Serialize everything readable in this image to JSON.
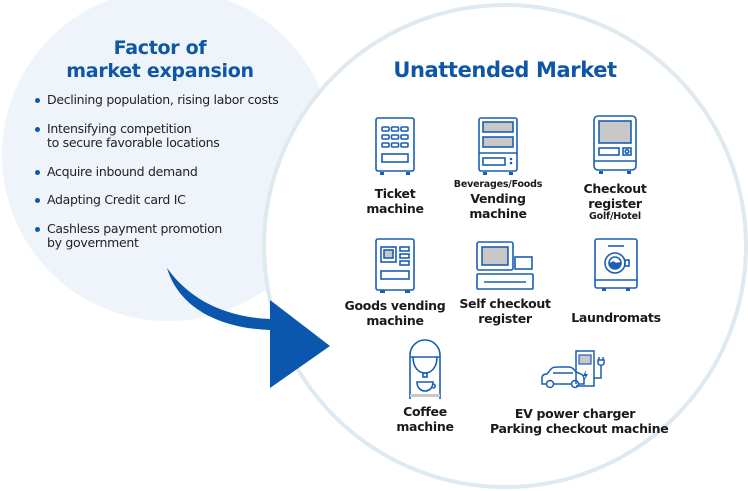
{
  "colors": {
    "accent": "#0e56a6",
    "arrow": "#0b57ad",
    "left_circle_fill": "#eef4f9",
    "right_circle_stroke": "#dfe9f0",
    "icon_stroke": "#1a5fb4",
    "icon_fill": "#c8c8c8"
  },
  "factor": {
    "title_line1": "Factor of",
    "title_line2": "market expansion",
    "items": [
      {
        "line1": "Declining population, rising labor costs",
        "line2": ""
      },
      {
        "line1": "Intensifying competition",
        "line2": "to secure favorable locations"
      },
      {
        "line1": "Acquire inbound demand",
        "line2": ""
      },
      {
        "line1": "Adapting Credit card IC",
        "line2": ""
      },
      {
        "line1": "Cashless payment promotion",
        "line2": "by government"
      }
    ]
  },
  "arrow": {
    "icon": "curved-arrow-right"
  },
  "market": {
    "title": "Unattended Market",
    "items": [
      {
        "icon": "ticket-machine-icon",
        "pre": "",
        "line1": "Ticket",
        "line2": "machine",
        "post": ""
      },
      {
        "icon": "vending-machine-icon",
        "pre": "Beverages/Foods",
        "line1": "Vending",
        "line2": "machine",
        "post": ""
      },
      {
        "icon": "checkout-register-icon",
        "pre": "",
        "line1": "Checkout",
        "line2": "register",
        "post": "Golf/Hotel"
      },
      {
        "icon": "goods-vending-icon",
        "pre": "",
        "line1": "Goods vending",
        "line2": "machine",
        "post": ""
      },
      {
        "icon": "self-checkout-icon",
        "pre": "",
        "line1": "Self checkout",
        "line2": "register",
        "post": ""
      },
      {
        "icon": "washing-machine-icon",
        "pre": "",
        "line1": "Laundromats",
        "line2": "",
        "post": ""
      },
      {
        "icon": "coffee-machine-icon",
        "pre": "",
        "line1": "Coffee",
        "line2": "machine",
        "post": ""
      },
      {
        "icon": "ev-charger-icon",
        "pre": "",
        "line1": "EV power charger",
        "line2": "Parking checkout machine",
        "post": ""
      }
    ]
  }
}
